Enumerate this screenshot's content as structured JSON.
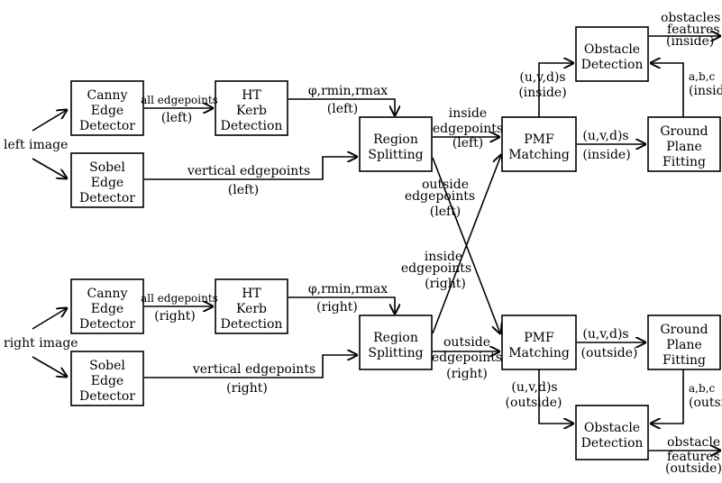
{
  "boxes": {
    "canny_left": [
      "Canny",
      "Edge",
      "Detector"
    ],
    "sobel_left": [
      "Sobel",
      "Edge",
      "Detector"
    ],
    "ht_left": [
      "HT",
      "Kerb",
      "Detection"
    ],
    "region_left": [
      "Region",
      "Splitting"
    ],
    "pmf_inside": [
      "PMF",
      "Matching"
    ],
    "obstacle_inside": [
      "Obstacle",
      "Detection"
    ],
    "ground_inside": [
      "Ground",
      "Plane",
      "Fitting"
    ],
    "canny_right": [
      "Canny",
      "Edge",
      "Detector"
    ],
    "sobel_right": [
      "Sobel",
      "Edge",
      "Detector"
    ],
    "ht_right": [
      "HT",
      "Kerb",
      "Detection"
    ],
    "region_right": [
      "Region",
      "Splitting"
    ],
    "pmf_outside": [
      "PMF",
      "Matching"
    ],
    "obstacle_outside": [
      "Obstacle",
      "Detection"
    ],
    "ground_outside": [
      "Ground",
      "Plane",
      "Fitting"
    ]
  },
  "labels": {
    "left_image": "left image",
    "right_image": "right image",
    "all_edgepoints_left": [
      "all edgepoints",
      "(left)"
    ],
    "all_edgepoints_right": [
      "all edgepoints",
      "(right)"
    ],
    "vertical_left": [
      "vertical edgepoints",
      "(left)"
    ],
    "vertical_right": [
      "vertical edgepoints",
      "(right)"
    ],
    "phi_left": [
      "φ,rmin,rmax",
      "(left)"
    ],
    "phi_right": [
      "φ,rmin,rmax",
      "(right)"
    ],
    "inside_left": [
      "inside",
      "edgepoints",
      "(left)"
    ],
    "outside_left": [
      "outside",
      "edgepoints",
      "(left)"
    ],
    "inside_right": [
      "inside",
      "edgepoints",
      "(right)"
    ],
    "outside_right": [
      "outside",
      "edgepoints",
      "(right)"
    ],
    "uvd_inside_up": [
      "(u,v,d)s",
      "(inside)"
    ],
    "uvd_inside_right": [
      "(u,v,d)s",
      "(inside)"
    ],
    "uvd_outside_right": [
      "(u,v,d)s",
      "(outside)"
    ],
    "uvd_outside_down": [
      "(u,v,d)s",
      "(outside)"
    ],
    "abc_inside": [
      "a,b,c",
      "(inside)"
    ],
    "abc_outside": [
      "a,b,c",
      "(outside)"
    ],
    "obstacles_features_inside": [
      "obstacles",
      "features",
      "(inside)"
    ],
    "obstacle_features_outside": [
      "obstacle",
      "features",
      "(outside)"
    ]
  }
}
